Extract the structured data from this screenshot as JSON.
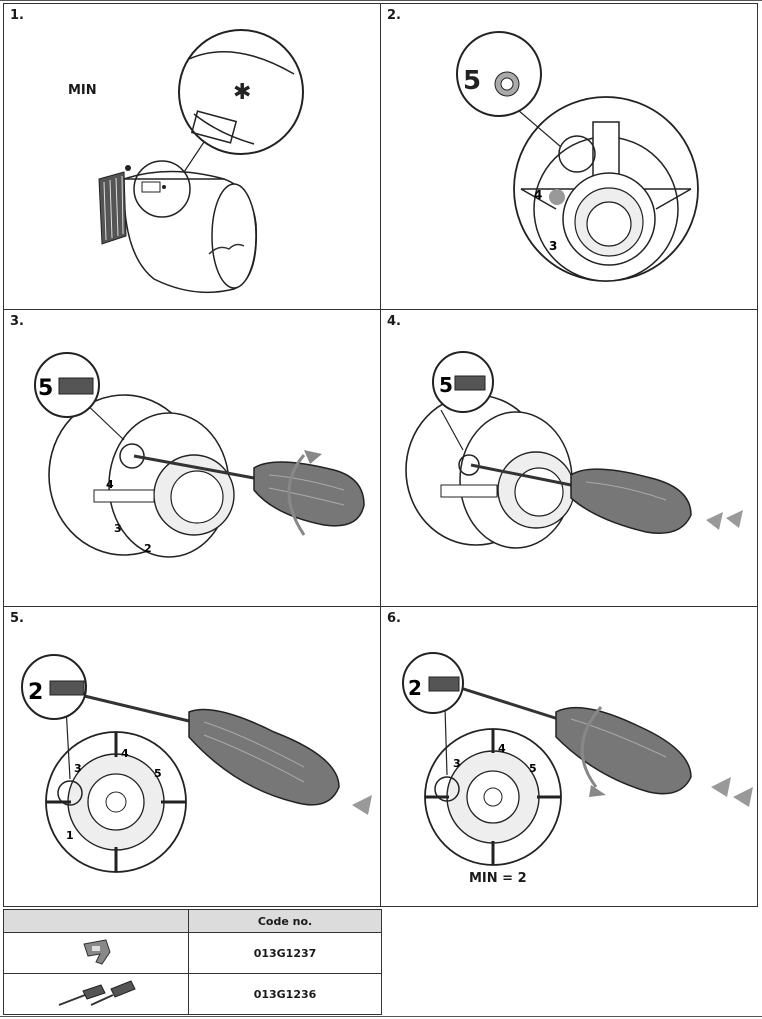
{
  "steps": [
    {
      "number": "1.",
      "label": "MIN"
    },
    {
      "number": "2."
    },
    {
      "number": "3."
    },
    {
      "number": "4."
    },
    {
      "number": "5."
    },
    {
      "number": "6.",
      "label": "MIN = 2"
    }
  ],
  "magnifier_digits": {
    "step2": "5",
    "step3": "5",
    "step4": "5",
    "step5": "2",
    "step6": "2"
  },
  "dial_digits": [
    "1",
    "2",
    "3",
    "4",
    "5"
  ],
  "table": {
    "header": {
      "item": "",
      "code": "Code no."
    },
    "rows": [
      {
        "icon": "clip-icon",
        "code": "013G1237"
      },
      {
        "icon": "screwdriver-pair-icon",
        "code": "013G1236"
      }
    ]
  }
}
